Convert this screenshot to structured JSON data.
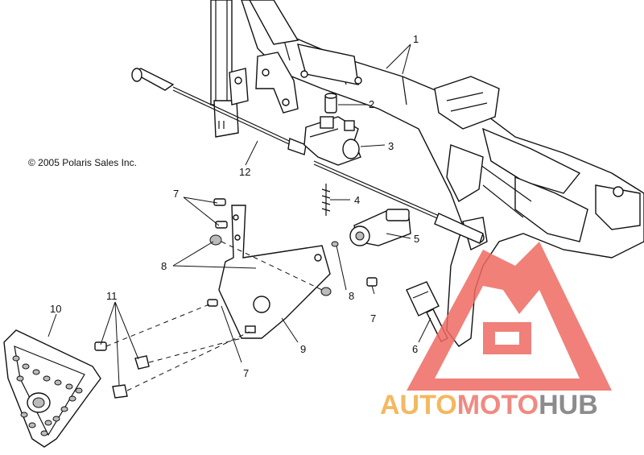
{
  "copyright": "© 2005 Polaris Sales Inc.",
  "callouts": {
    "c1": "1",
    "c2": "2",
    "c3": "3",
    "c4": "4",
    "c5": "5",
    "c6": "6",
    "c7a": "7",
    "c7b": "7",
    "c7c": "7",
    "c8a": "8",
    "c8b": "8",
    "c9": "9",
    "c10": "10",
    "c11": "11",
    "c12": "12"
  },
  "watermark": {
    "word_part1": "AUTO",
    "word_part2": "MOTO",
    "word_part3": "HUB",
    "colors": {
      "orange": "#f4b860",
      "salmon": "#f08a80",
      "gray": "#8c8c8c",
      "red": "#ee6a62"
    }
  }
}
